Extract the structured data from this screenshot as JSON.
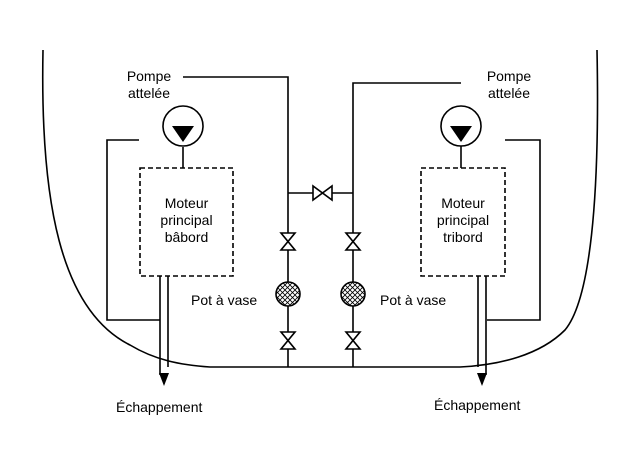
{
  "labels": {
    "pump_left": [
      "Pompe",
      "attelée"
    ],
    "pump_right": [
      "Pompe",
      "attelée"
    ],
    "engine_left": [
      "Moteur",
      "principal",
      "bâbord"
    ],
    "engine_right": [
      "Moteur",
      "principal",
      "tribord"
    ],
    "pot_left": "Pot à vase",
    "pot_right": "Pot à vase",
    "exhaust_left": "Échappement",
    "exhaust_right": "Échappement"
  },
  "colors": {
    "line": "#000000",
    "pot_fill": "#d9d9d9",
    "background": "#ffffff"
  },
  "icons": [
    "pump-icon",
    "gate-valve-icon",
    "strainer-pot-icon",
    "exhaust-arrow-icon"
  ]
}
